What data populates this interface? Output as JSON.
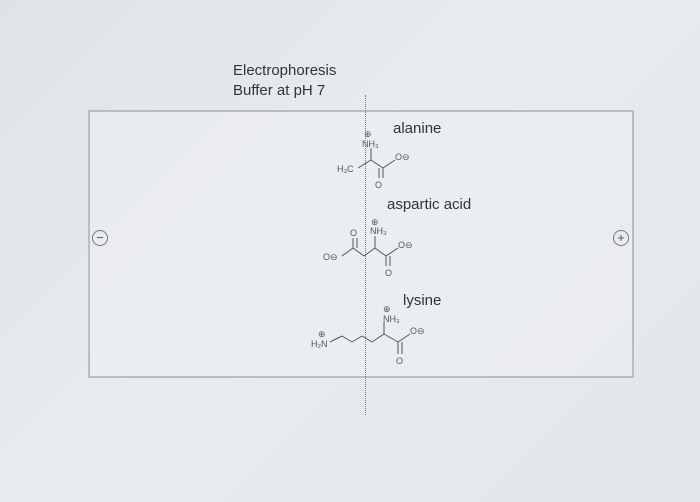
{
  "title": {
    "line1": "Electrophoresis",
    "line2": "Buffer at pH 7"
  },
  "electrodes": {
    "negative": "−",
    "positive": "+"
  },
  "amino_acids": [
    {
      "name": "alanine"
    },
    {
      "name": "aspartic acid"
    },
    {
      "name": "lysine"
    }
  ],
  "structure_text": {
    "nh3": "NH₃",
    "h3c": "H₃C",
    "h2n": "H₂N",
    "o": "O",
    "o_minus": "O⊖",
    "plus": "⊕",
    "minus": "⊖"
  }
}
